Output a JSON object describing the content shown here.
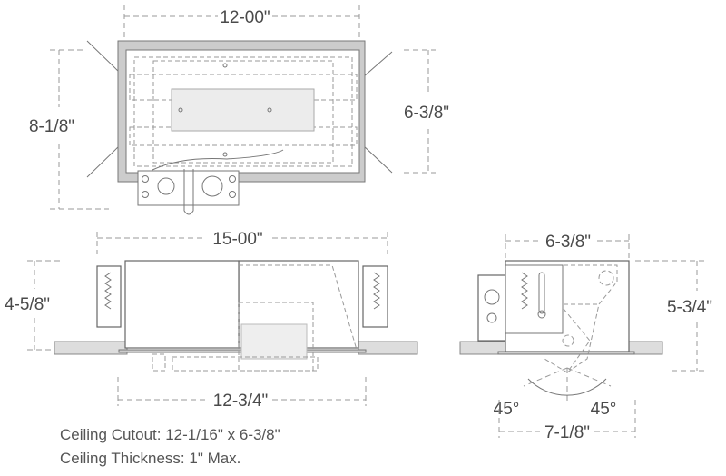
{
  "top_view": {
    "width_label": "12-00\"",
    "height_outer_label": "8-1/8\"",
    "height_inner_label": "6-3/8\""
  },
  "side_view": {
    "length_label": "15-00\"",
    "height_label": "4-5/8\"",
    "inner_length_label": "12-3/4\""
  },
  "end_view": {
    "width_label": "6-3/8\"",
    "height_label": "5-3/4\"",
    "tilt_left_label": "45°",
    "tilt_right_label": "45°",
    "swing_width_label": "7-1/8\""
  },
  "notes": {
    "cutout": "Ceiling Cutout: 12-1/16\" x 6-3/8\"",
    "thickness": "Ceiling Thickness: 1\" Max."
  },
  "colors": {
    "line": "#777777",
    "ceiling": "#dddddd",
    "text": "#4a4a4a"
  }
}
